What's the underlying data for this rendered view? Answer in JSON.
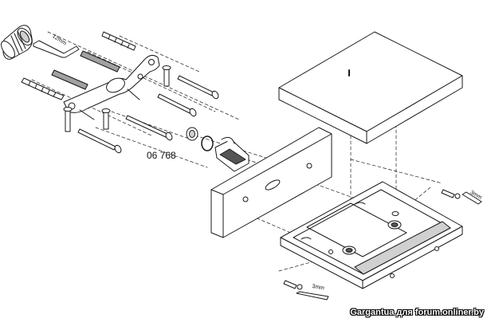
{
  "labels": {
    "part_number": "06 768",
    "tool_12mm": "12mm",
    "tool_3mm_right": "3mm",
    "tool_3mm_bottom": "3mm"
  },
  "watermark": "Gargantua для forum.onliner.by",
  "colors": {
    "line": "#1a1a1a",
    "fill": "#ffffff",
    "shade": "#d0d0d0",
    "dark": "#555555"
  }
}
